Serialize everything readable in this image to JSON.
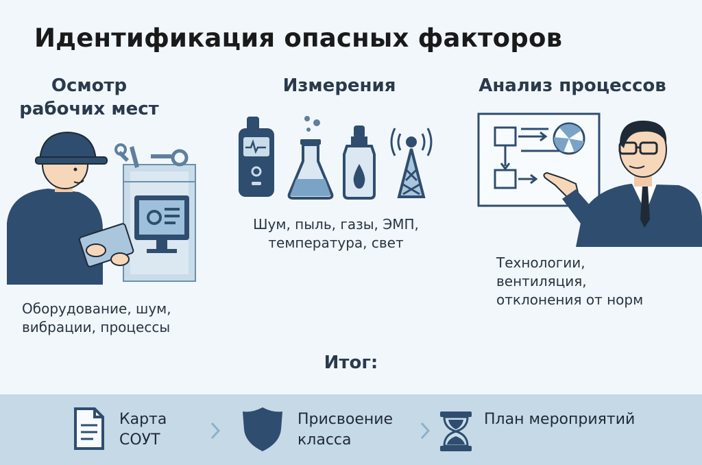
{
  "title": "Идентификация опасных факторов",
  "columns": [
    {
      "heading_line1": "Осмотр",
      "heading_line2": "рабочих мест",
      "caption_line1": "Оборудование, шум,",
      "caption_line2": "вибрации, процессы"
    },
    {
      "heading": "Измерения",
      "caption_line1": "Шум, пыль, газы, ЭМП,",
      "caption_line2": "температура, свет"
    },
    {
      "heading": "Анализ процессов",
      "caption_line1": "Технологии,",
      "caption_line2": "вентиляция,",
      "caption_line3": "отклонения от норм"
    }
  ],
  "summary": {
    "title": "Итог:",
    "steps": [
      {
        "line1": "Карта",
        "line2": "СОУТ",
        "icon": "document-icon"
      },
      {
        "line1": "Присвоение",
        "line2": "класса",
        "icon": "shield-icon"
      },
      {
        "line1": "План мероприятий",
        "icon": "hourglass-icon"
      }
    ]
  },
  "colors": {
    "navy": "#2f4d6e",
    "light_blue": "#a9c6dd",
    "bar": "#c5d9e6",
    "background": "#f1f7fb"
  }
}
